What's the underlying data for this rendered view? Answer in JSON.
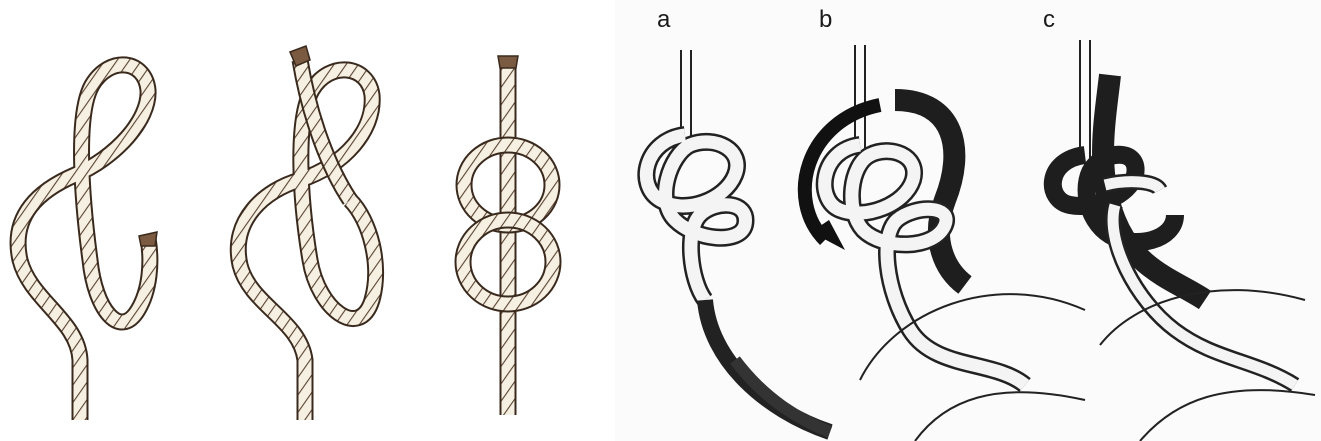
{
  "labels": {
    "step_a": "a",
    "step_b": "b",
    "step_c": "c"
  },
  "colors": {
    "rope_fill": "#f6f0e2",
    "rope_outline": "#3a2a1e",
    "rope_twist": "#5a4432",
    "rope_end": "#7a5a40",
    "dark_rope": "#1e1e1e",
    "arrow": "#111111",
    "line_art": "#222222"
  }
}
